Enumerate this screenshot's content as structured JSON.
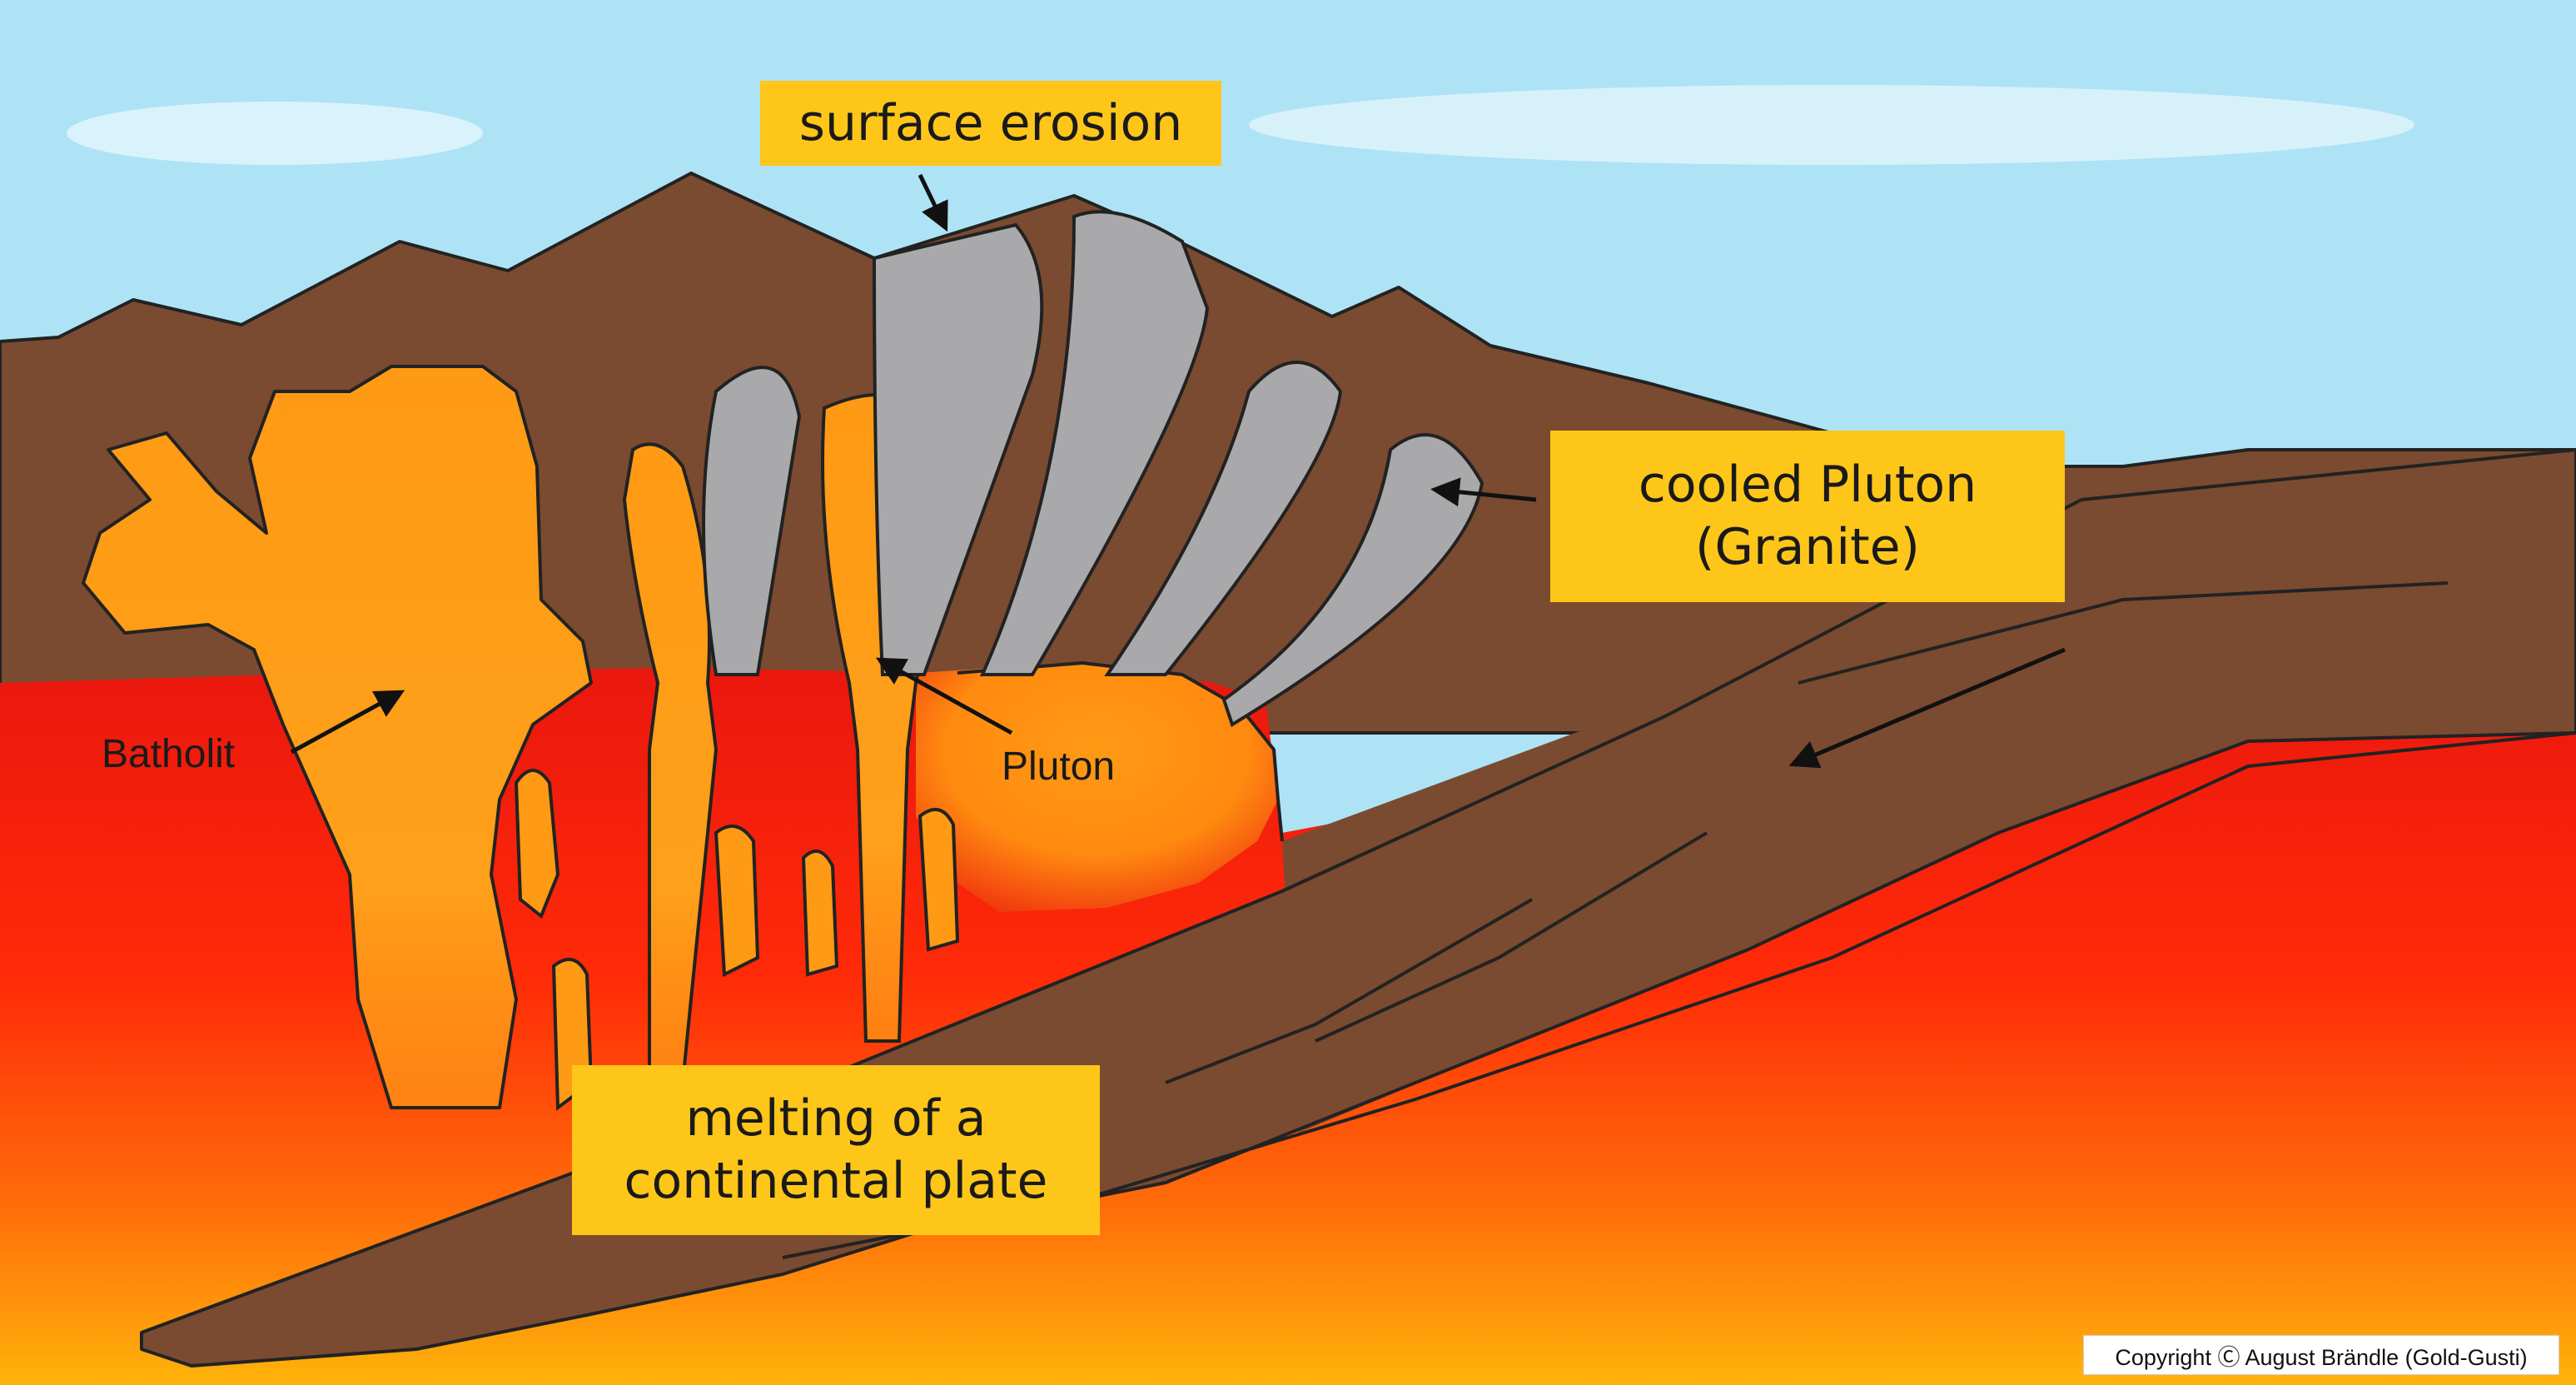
{
  "labels": {
    "surface_erosion": "surface erosion",
    "cooled_pluton_line1": "cooled Pluton",
    "cooled_pluton_line2": "(Granite)",
    "melting_line1": "melting of a",
    "melting_line2": "continental plate",
    "batholit": "Batholit",
    "pluton": "Pluton"
  },
  "copyright": "Copyright Ⓒ August Brändle (Gold-Gusti)",
  "colors": {
    "sky": "#aee3f6",
    "rock_brown": "#7a4b30",
    "magma_red": "#ee1c0f",
    "magma_orange": "#ff9a14",
    "granite_grey": "#a9a9ab",
    "label_yellow": "#ffc61a"
  }
}
